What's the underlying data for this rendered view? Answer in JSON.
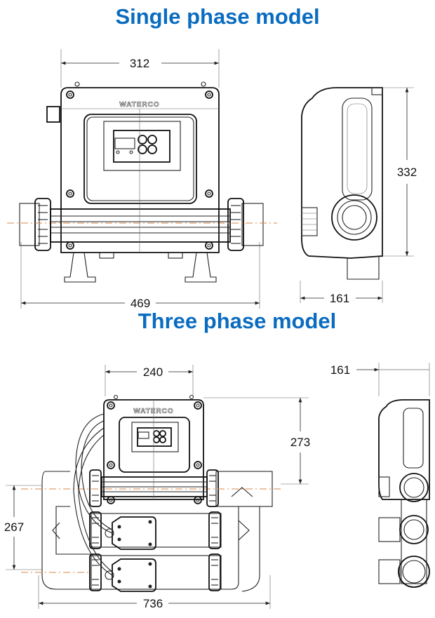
{
  "titles": {
    "single": "Single phase model",
    "three": "Three phase model"
  },
  "brand": "WATERCO",
  "single_phase": {
    "width_body": "312",
    "width_total": "469",
    "height": "332",
    "depth": "161"
  },
  "three_phase": {
    "width_body": "240",
    "height_body": "273",
    "pipe_spacing": "267",
    "width_total": "736",
    "depth": "161"
  },
  "colors": {
    "title": "#0a6cc0",
    "centerline": "#d9884a"
  }
}
